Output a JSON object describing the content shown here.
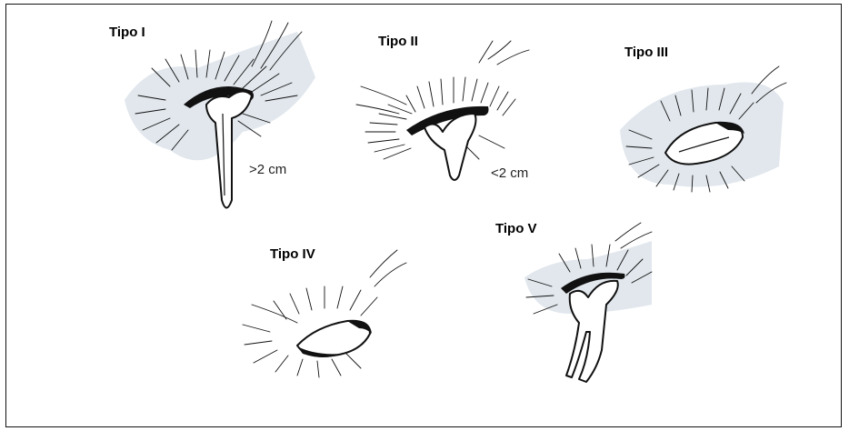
{
  "types": [
    {
      "id": "tipo-1",
      "label": "Tipo I",
      "measure": ">2 cm"
    },
    {
      "id": "tipo-2",
      "label": "Tipo II",
      "measure": "<2 cm"
    },
    {
      "id": "tipo-3",
      "label": "Tipo III",
      "measure": ""
    },
    {
      "id": "tipo-4",
      "label": "Tipo IV",
      "measure": ""
    },
    {
      "id": "tipo-5",
      "label": "Tipo V",
      "measure": ""
    }
  ]
}
